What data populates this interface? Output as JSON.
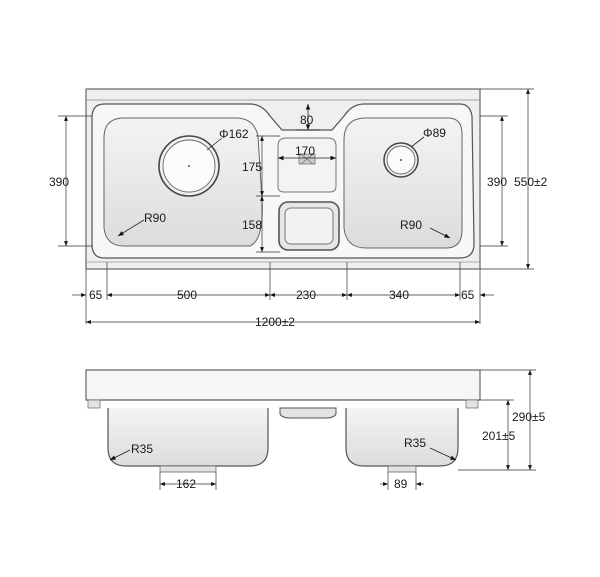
{
  "top_view": {
    "dims": {
      "overflow_width": "80",
      "left_drain": "Φ162",
      "right_drain": "Φ89",
      "drainer_width": "170",
      "upper_depth": "175",
      "lower_depth": "158",
      "left_bowl_depth": "390",
      "right_bowl_depth": "390",
      "overall_depth": "550±2",
      "left_radius": "R90",
      "right_radius": "R90",
      "margin_left": "65",
      "left_bowl_width": "500",
      "center_width": "230",
      "right_bowl_width": "340",
      "margin_right": "65",
      "overall_width": "1200±2"
    }
  },
  "side_view": {
    "dims": {
      "overall_height": "290±5",
      "bowl_height": "201±5",
      "left_radius": "R35",
      "right_radius": "R35",
      "left_drain_dia": "162",
      "right_drain_dia": "89"
    }
  }
}
